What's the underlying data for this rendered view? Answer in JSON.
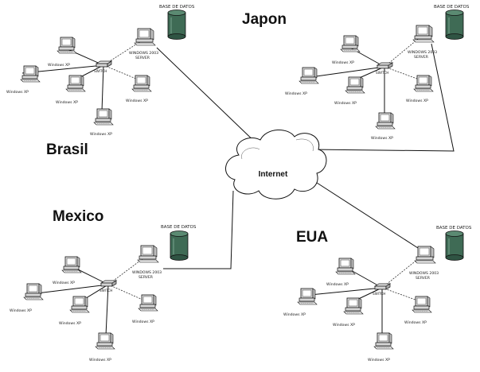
{
  "diagram": {
    "regions": {
      "japon": "Japon",
      "brasil": "Brasil",
      "mexico": "Mexico",
      "eua": "EUA"
    },
    "cloud_label": "Internet",
    "database_label": "BASE DE DATOS",
    "server_label_line1": "WINDOWS 2003",
    "server_label_line2": "SERVER",
    "hub_label": "SWITCH",
    "client_label": "Windows XP"
  },
  "colors": {
    "database": "#3f6b55",
    "line": "#111111",
    "cloud_fill": "#ffffff"
  }
}
